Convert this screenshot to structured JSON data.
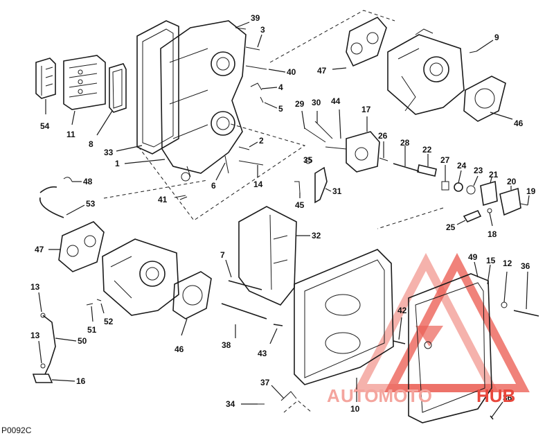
{
  "drawing_code": "P0092C",
  "watermark": {
    "a": "A",
    "brand_left": "UTOMOTO",
    "brand_right": "HUB",
    "color": "#e8473c",
    "light": "#f4a59e"
  },
  "labels": [
    {
      "id": "p1",
      "text": "1"
    },
    {
      "id": "p2",
      "text": "2"
    },
    {
      "id": "p3",
      "text": "3"
    },
    {
      "id": "p4",
      "text": "4"
    },
    {
      "id": "p5",
      "text": "5"
    },
    {
      "id": "p6",
      "text": "6"
    },
    {
      "id": "p7",
      "text": "7"
    },
    {
      "id": "p8",
      "text": "8"
    },
    {
      "id": "p9",
      "text": "9"
    },
    {
      "id": "p10",
      "text": "10"
    },
    {
      "id": "p11",
      "text": "11"
    },
    {
      "id": "p12",
      "text": "12"
    },
    {
      "id": "p13a",
      "text": "13"
    },
    {
      "id": "p13b",
      "text": "13"
    },
    {
      "id": "p14",
      "text": "14"
    },
    {
      "id": "p15",
      "text": "15"
    },
    {
      "id": "p16",
      "text": "16"
    },
    {
      "id": "p17",
      "text": "17"
    },
    {
      "id": "p18",
      "text": "18"
    },
    {
      "id": "p19",
      "text": "19"
    },
    {
      "id": "p20",
      "text": "20"
    },
    {
      "id": "p21",
      "text": "21"
    },
    {
      "id": "p22",
      "text": "22"
    },
    {
      "id": "p23",
      "text": "23"
    },
    {
      "id": "p24",
      "text": "24"
    },
    {
      "id": "p25",
      "text": "25"
    },
    {
      "id": "p26",
      "text": "26"
    },
    {
      "id": "p27",
      "text": "27"
    },
    {
      "id": "p28",
      "text": "28"
    },
    {
      "id": "p29",
      "text": "29"
    },
    {
      "id": "p30",
      "text": "30"
    },
    {
      "id": "p31",
      "text": "31"
    },
    {
      "id": "p32",
      "text": "32"
    },
    {
      "id": "p33",
      "text": "33"
    },
    {
      "id": "p34",
      "text": "34"
    },
    {
      "id": "p35",
      "text": "35"
    },
    {
      "id": "p36a",
      "text": "36"
    },
    {
      "id": "p36b",
      "text": "36"
    },
    {
      "id": "p37",
      "text": "37"
    },
    {
      "id": "p38",
      "text": "38"
    },
    {
      "id": "p39",
      "text": "39"
    },
    {
      "id": "p40",
      "text": "40"
    },
    {
      "id": "p41",
      "text": "41"
    },
    {
      "id": "p42",
      "text": "42"
    },
    {
      "id": "p43",
      "text": "43"
    },
    {
      "id": "p44",
      "text": "44"
    },
    {
      "id": "p45",
      "text": "45"
    },
    {
      "id": "p46a",
      "text": "46"
    },
    {
      "id": "p46b",
      "text": "46"
    },
    {
      "id": "p47a",
      "text": "47"
    },
    {
      "id": "p47b",
      "text": "47"
    },
    {
      "id": "p48",
      "text": "48"
    },
    {
      "id": "p49",
      "text": "49"
    },
    {
      "id": "p50",
      "text": "50"
    },
    {
      "id": "p51",
      "text": "51"
    },
    {
      "id": "p52",
      "text": "52"
    },
    {
      "id": "p53",
      "text": "53"
    },
    {
      "id": "p54",
      "text": "54"
    }
  ]
}
